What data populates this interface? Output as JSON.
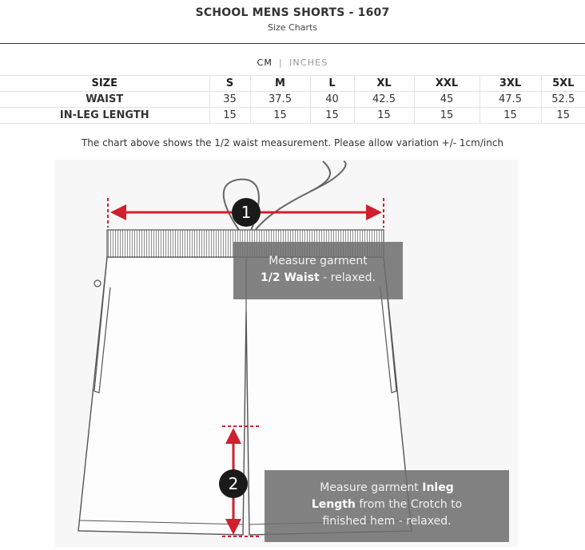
{
  "header": {
    "title": "SCHOOL MENS SHORTS - 1607",
    "subtitle": "Size Charts"
  },
  "units": {
    "selected": "CM",
    "separator": "|",
    "other": "INCHES"
  },
  "table": {
    "columns": [
      "SIZE",
      "S",
      "M",
      "L",
      "XL",
      "XXL",
      "3XL",
      "5XL"
    ],
    "rows": [
      {
        "label": "WAIST",
        "values": [
          "35",
          "37.5",
          "40",
          "42.5",
          "45",
          "47.5",
          "52.5"
        ]
      },
      {
        "label": "IN-LEG LENGTH",
        "values": [
          "15",
          "15",
          "15",
          "15",
          "15",
          "15",
          "15"
        ]
      }
    ]
  },
  "note": "The chart above shows the 1/2 waist measurement. Please allow variation +/- 1cm/inch",
  "diagram": {
    "marker1": "1",
    "marker2": "2",
    "callout1": {
      "line1": "Measure garment",
      "bold": "1/2 Waist",
      "rest": " - relaxed."
    },
    "callout2": {
      "prefix": "Measure garment ",
      "bold1": "Inleg",
      "bold2": "Length",
      "suffix": " from the Crotch to",
      "line3": "finished hem - relaxed."
    },
    "colors": {
      "accent": "#d01f2e",
      "outline": "#555555",
      "overlay": "#6e6e6e"
    }
  }
}
